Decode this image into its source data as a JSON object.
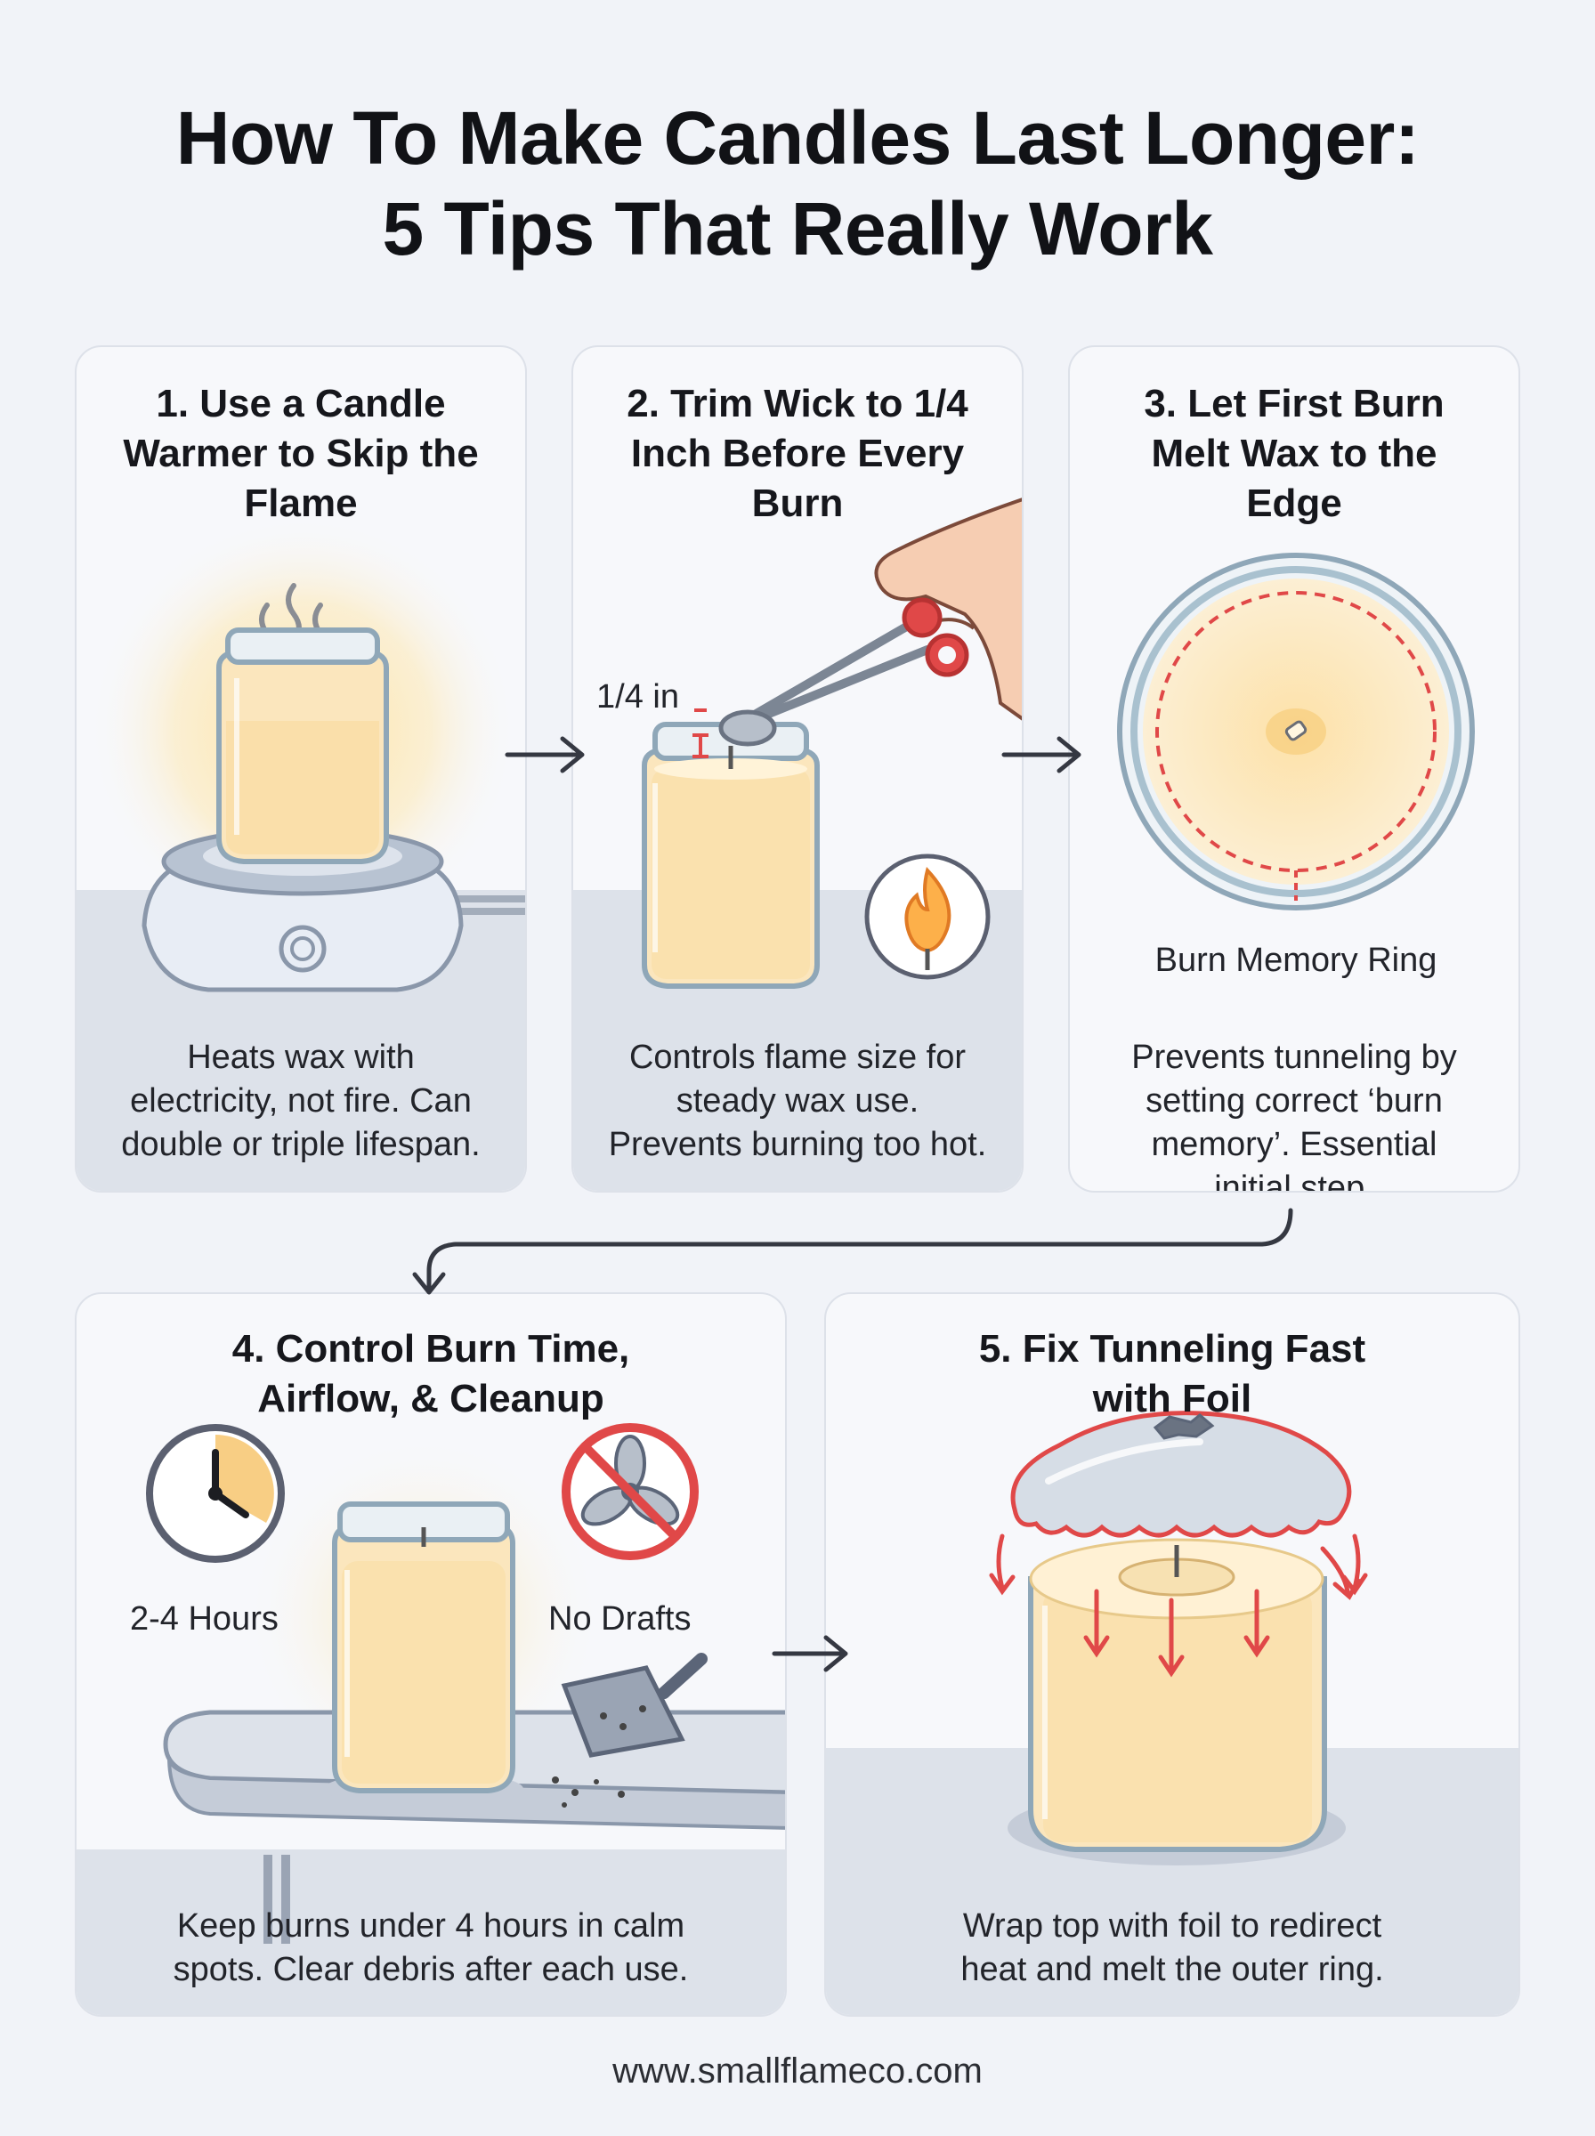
{
  "title_line1": "How To Make Candles Last Longer:",
  "title_line2": "5 Tips That Really Work",
  "tips": [
    {
      "title_lines": [
        "1. Use a Candle",
        "Warmer to Skip the",
        "Flame"
      ],
      "desc_lines": [
        "Heats wax with",
        "electricity, not fire. Can",
        "double or triple lifespan."
      ]
    },
    {
      "title_lines": [
        "2. Trim Wick to 1/4",
        "Inch Before Every",
        "Burn"
      ],
      "desc_lines": [
        "Controls flame size for",
        "steady wax use.",
        "Prevents burning too hot."
      ],
      "measure_label": "1/4 in"
    },
    {
      "title_lines": [
        "3. Let First Burn",
        "Melt Wax to the",
        "Edge"
      ],
      "desc_lines": [
        "Prevents tunneling by",
        "setting correct ‘burn",
        "memory’. Essential",
        "initial step."
      ],
      "ring_label": "Burn Memory Ring"
    },
    {
      "title_lines": [
        "4. Control Burn Time,",
        "Airflow, & Cleanup"
      ],
      "desc_lines": [
        "Keep burns under 4 hours in calm",
        "spots. Clear debris after each use."
      ],
      "time_label": "2-4 Hours",
      "draft_label": "No Drafts"
    },
    {
      "title_lines": [
        "5. Fix Tunneling Fast",
        "with Foil"
      ],
      "desc_lines": [
        "Wrap top with foil to redirect",
        "heat and melt the outer ring."
      ]
    }
  ],
  "footer": "www.smallflameco.com",
  "colors": {
    "background": "#f1f3f8",
    "card": "#f7f8fb",
    "wax": "#fbe4b4",
    "accent_red": "#e04848",
    "glass": "#a9c1cf"
  }
}
